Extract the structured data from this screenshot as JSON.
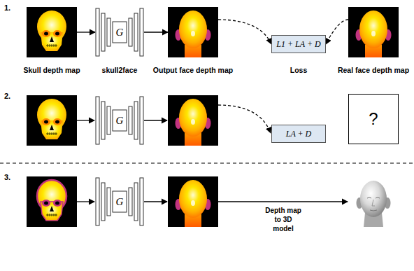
{
  "diagram": {
    "nodes": [
      {
        "text": [
          "Skull depth map"
        ]
      },
      {
        "text": [
          "G",
          "skull2face"
        ]
      },
      {
        "text": [
          "Output face depth map"
        ]
      },
      {
        "text": [
          "L1 + LA + D",
          "Loss"
        ]
      },
      {
        "text": [
          "Real face depth map"
        ]
      },
      {
        "text": [
          "G"
        ]
      },
      {
        "text": [
          "LA + D"
        ]
      },
      {
        "text": [
          "?"
        ]
      },
      {
        "text": [
          "G"
        ]
      }
    ],
    "edges": [
      {
        "from": 0,
        "to": 1,
        "arrow": "to"
      },
      {
        "from": 1,
        "to": 2,
        "arrow": "to"
      },
      {
        "from": 2,
        "to": 3,
        "arrow": "to"
      },
      {
        "from": 4,
        "to": 3,
        "arrow": "to"
      }
    ],
    "labels": [
      "1.",
      "2.",
      "3.",
      "Depth map to 3D model"
    ]
  }
}
